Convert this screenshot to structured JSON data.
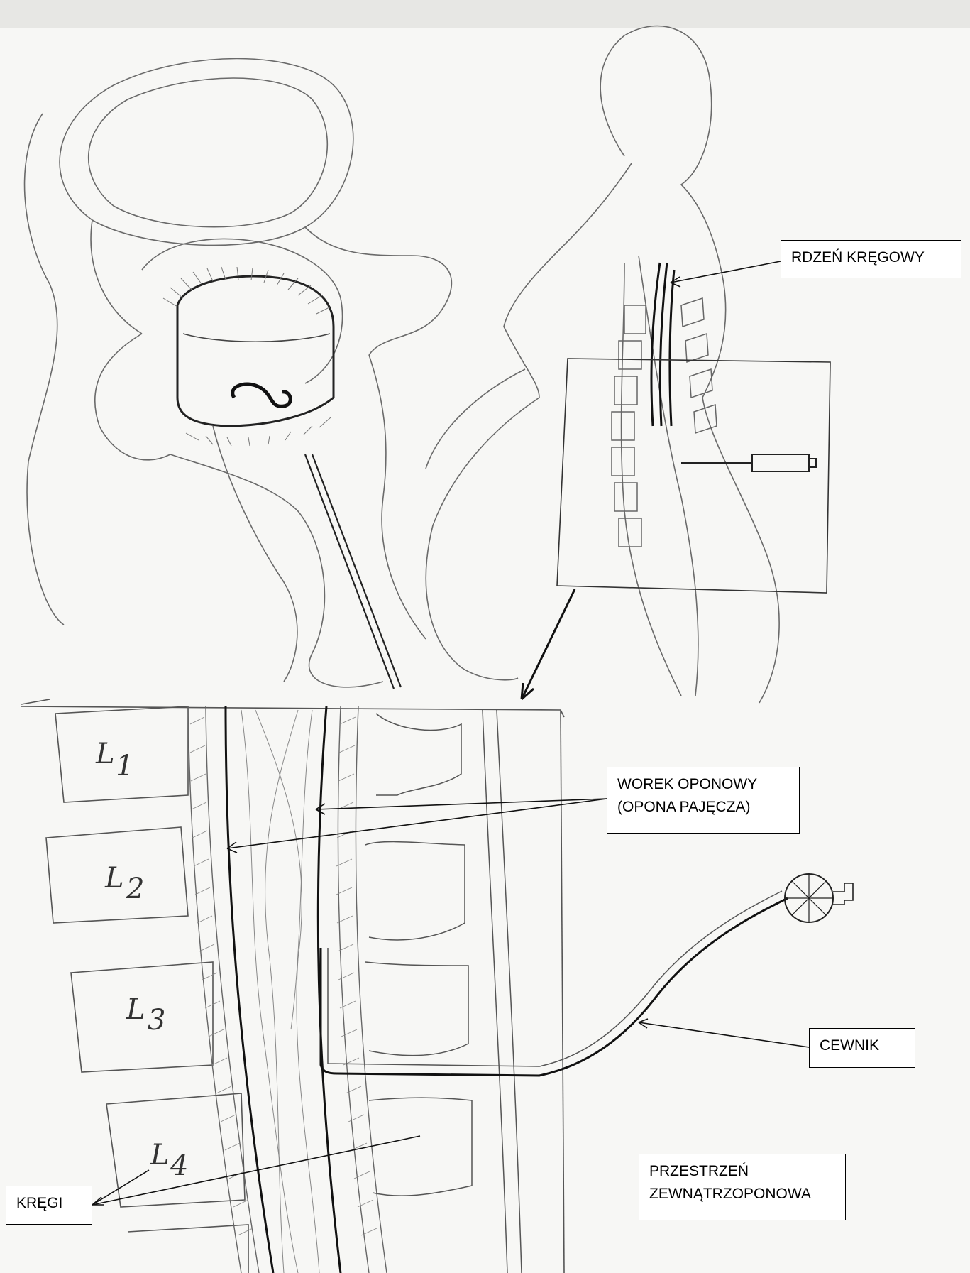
{
  "labels": {
    "rdzen": "RDZEŃ KRĘGOWY",
    "worek_line1": "WOREK OPONOWY",
    "worek_line2": "(OPONA PAJĘCZA)",
    "cewnik": "CEWNIK",
    "przestrzen_line1": "PRZESTRZEŃ",
    "przestrzen_line2": "ZEWNĄTRZOPONOWA",
    "kregi": "KRĘGI"
  },
  "vertebrae": {
    "l1": "L",
    "l1_sub": "1",
    "l2": "L",
    "l2_sub": "2",
    "l3": "L",
    "l3_sub": "3",
    "l4": "L",
    "l4_sub": "4"
  },
  "colors": {
    "pencil": "#555555",
    "ink": "#111111",
    "paper": "#f7f7f5"
  }
}
